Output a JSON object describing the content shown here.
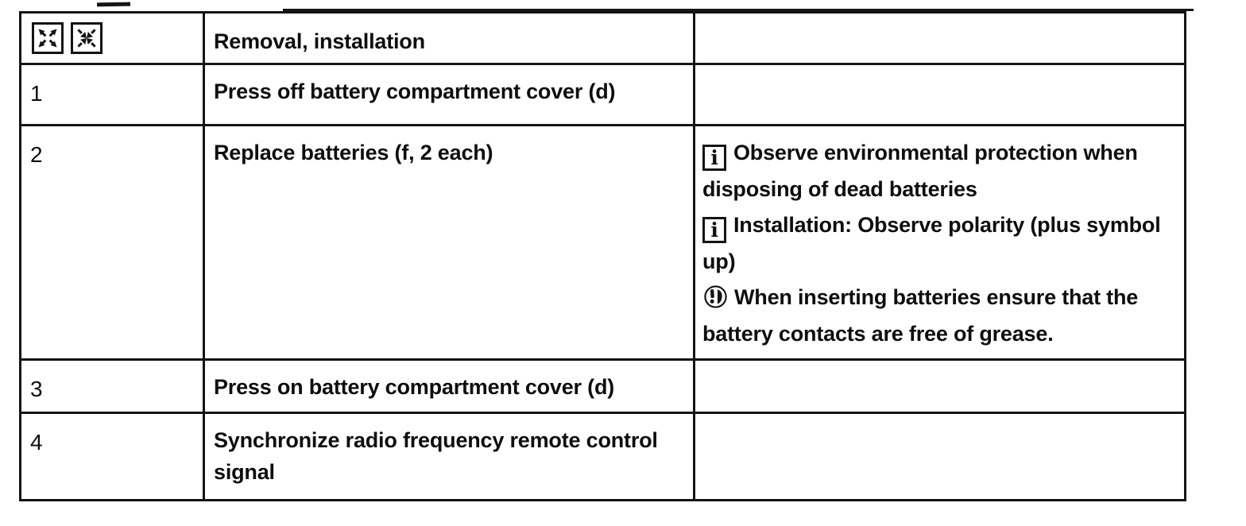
{
  "page": {
    "background": "#ffffff",
    "text_color": "#0e0e0e",
    "border_color": "#141414"
  },
  "table": {
    "header": {
      "icons": [
        {
          "name": "removal-icon",
          "meaning": "arrows pointing outward"
        },
        {
          "name": "installation-icon",
          "meaning": "arrows pointing inward"
        }
      ],
      "title": "Removal, installation",
      "note": ""
    },
    "rows": [
      {
        "step": "1",
        "instruction": "Press off battery compartment cover (d)",
        "notes": []
      },
      {
        "step": "2",
        "instruction": "Replace batteries (f, 2 each)",
        "notes": [
          {
            "icon": "info-icon",
            "glyph": "i",
            "bold": "",
            "text": "Observe environmental protection when disposing of dead batteries"
          },
          {
            "icon": "info-icon",
            "glyph": "i",
            "bold": "Installation:",
            "text": " Observe polarity (plus symbol up)"
          },
          {
            "icon": "caution-icon",
            "glyph": "(!)",
            "bold": "",
            "text": "When inserting batteries ensure that the battery contacts are free of grease."
          }
        ]
      },
      {
        "step": "3",
        "instruction": "Press on battery compartment cover (d)",
        "notes": []
      },
      {
        "step": "4",
        "instruction": "Synchronize radio frequency remote control signal",
        "notes": []
      }
    ]
  }
}
